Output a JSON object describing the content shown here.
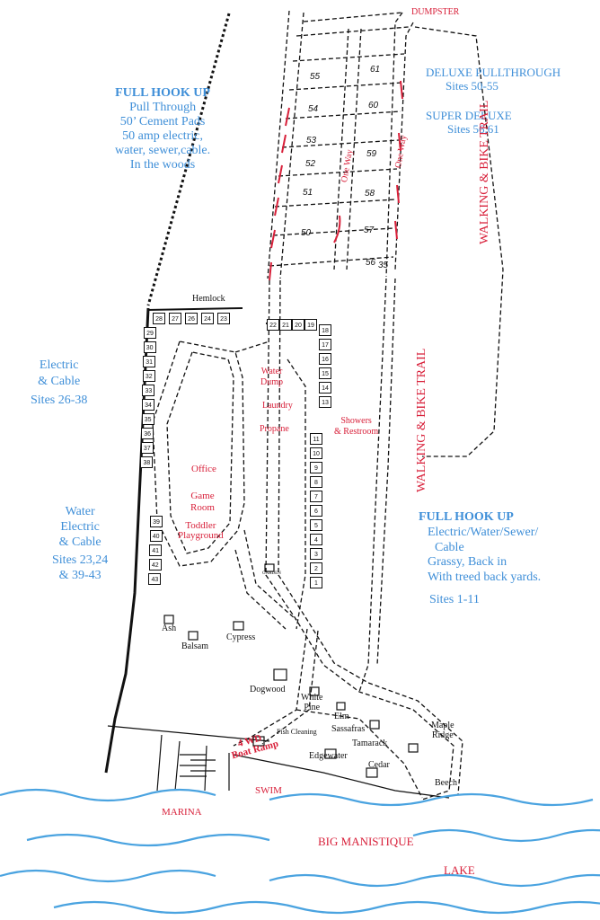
{
  "map_title": "Campground Site Map",
  "colors": {
    "blue_text": "#3f8fd8",
    "red_text": "#d8203a",
    "water": "#4aa3e0",
    "ink": "#111111"
  },
  "blue_labels": {
    "full_hookup_top": [
      "FULL HOOK UP",
      "Pull Through",
      "50’ Cement Pads",
      "50 amp electric,",
      "water, sewer,cable.",
      "In the woods"
    ],
    "deluxe": [
      "DELUXE PULLTHROUGH",
      "Sites 50-55"
    ],
    "super_deluxe": [
      "SUPER DELUXE",
      "Sites 56,61"
    ],
    "electric_cable": [
      "Electric",
      "& Cable",
      "Sites 26-38"
    ],
    "water_electric": [
      "Water",
      "Electric",
      "& Cable",
      "Sites 23,24",
      "& 39-43"
    ],
    "full_hookup_bottom": [
      "FULL HOOK UP",
      "Electric/Water/Sewer/",
      "Cable",
      "Grassy, Back in",
      "With treed back yards.",
      "Sites 1-11"
    ]
  },
  "red_labels": {
    "dumpster": "DUMPSTER",
    "walking_trail_1": "WALKING & BIKE TRAIL",
    "walking_trail_2": "WALKING & BIKE TRAIL",
    "one_way_1": "One Way",
    "one_way_2": "One Way",
    "water_dump": [
      "Water",
      "Dump"
    ],
    "laundry": "Laundry",
    "propane": "Propane",
    "showers": [
      "Showers",
      "& Restroom"
    ],
    "office": "Office",
    "game_room": [
      "Game",
      "Room"
    ],
    "toddler": [
      "Toddler",
      "Playground"
    ],
    "boat_ramp": [
      "4 WD",
      "Boat Ramp"
    ],
    "swim": "SWIM",
    "marina": "MARINA",
    "lake": [
      "BIG MANISTIQUE",
      "LAKE"
    ]
  },
  "black_labels": {
    "hemlock": "Hemlock",
    "garden": "GARDEN",
    "ash": "Ash",
    "balsam": "Balsam",
    "cypress": "Cypress",
    "dogwood": "Dogwood",
    "white_pine": [
      "White",
      "Pine"
    ],
    "elm": "Elm",
    "sassafras": "Sassafras",
    "tamarack": "Tamarack",
    "maple_ridge": [
      "Maple",
      "Ridge"
    ],
    "fish_cleaning": "Fish Cleaning",
    "edgewater": "Edgewater",
    "cedar": "Cedar",
    "beech": "Beech"
  },
  "pull_through_sites": [
    "55",
    "54",
    "53",
    "52",
    "51",
    "50",
    "61",
    "60",
    "59",
    "58",
    "57",
    "56",
    "35"
  ],
  "sites": {
    "top_row": [
      "28",
      "27",
      "26",
      "24",
      "23"
    ],
    "left_column": [
      "29",
      "30",
      "31",
      "32",
      "33",
      "34",
      "35",
      "36",
      "37",
      "38"
    ],
    "left_lower_column": [
      "39",
      "40",
      "41",
      "42",
      "43"
    ],
    "middle_row": [
      "22",
      "21",
      "20",
      "19"
    ],
    "right_upper_column": [
      "18",
      "17",
      "16",
      "15",
      "14",
      "13"
    ],
    "right_lower_column": [
      "11",
      "10",
      "9",
      "8",
      "7",
      "6",
      "5",
      "4",
      "3",
      "2",
      "1"
    ]
  }
}
